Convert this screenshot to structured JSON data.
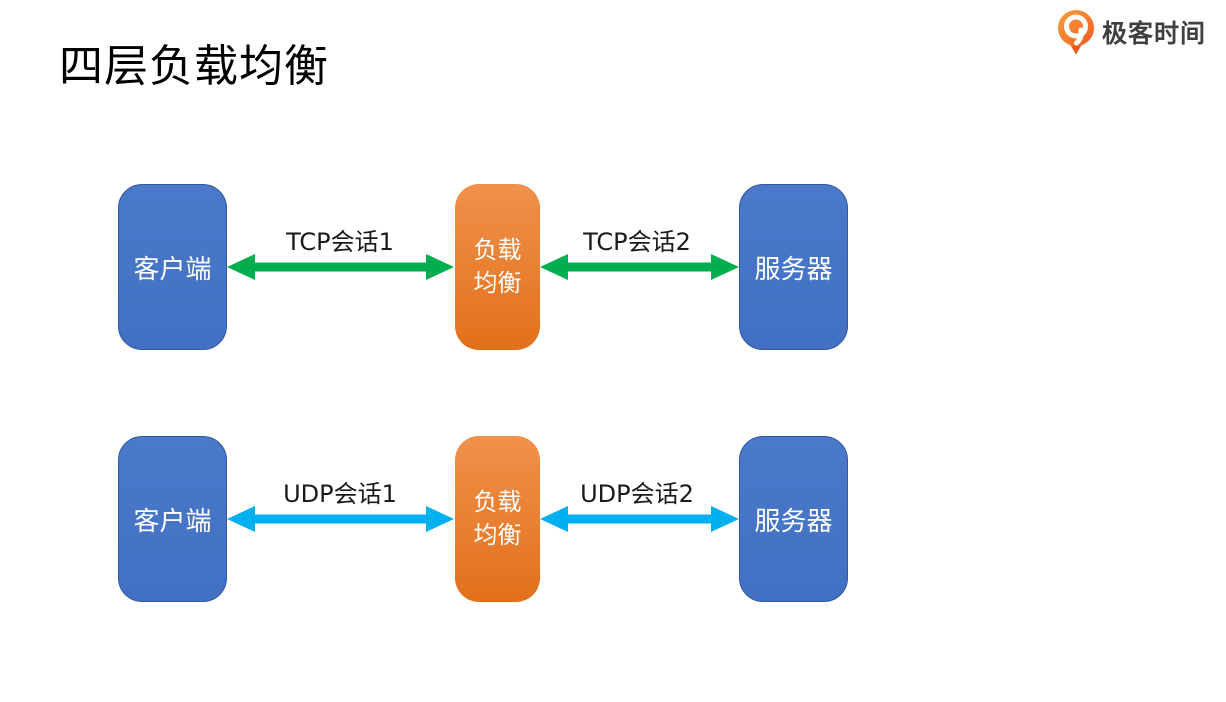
{
  "slide": {
    "title": "四层负载均衡"
  },
  "brand": {
    "name": "极客时间",
    "logo_icon": "geektime-pin-icon",
    "logo_orange": "#ED5A21",
    "logo_orange_light": "#F9A13C",
    "text_color": "#3F4040"
  },
  "colors": {
    "node_blue": "#4472C4",
    "node_blue_border": "#34579E",
    "node_orange_top": "#F0914B",
    "node_orange_bottom": "#E2701B",
    "tcp_arrow_green": "#00AE4F",
    "udp_arrow_blue": "#00B0F0",
    "label_text": "#1A1A1A",
    "node_text": "#FFFFFF"
  },
  "diagram": {
    "rows": [
      {
        "id": "tcp-flow",
        "client_label": "客户端",
        "lb_label_line1": "负载",
        "lb_label_line2": "均衡",
        "server_label": "服务器",
        "session1_label": "TCP会话1",
        "session2_label": "TCP会话2",
        "arrow_color": "#00AE4F"
      },
      {
        "id": "udp-flow",
        "client_label": "客户端",
        "lb_label_line1": "负载",
        "lb_label_line2": "均衡",
        "server_label": "服务器",
        "session1_label": "UDP会话1",
        "session2_label": "UDP会话2",
        "arrow_color": "#00B0F0"
      }
    ]
  }
}
